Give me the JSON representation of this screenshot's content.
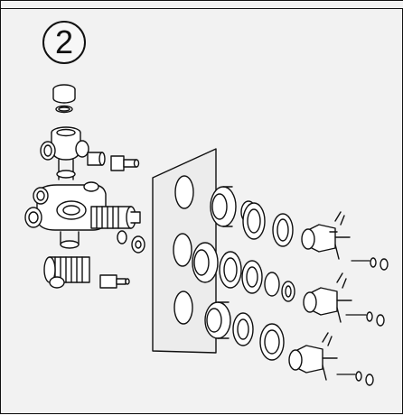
{
  "step_number": "2",
  "colors": {
    "background": "#f2f2f2",
    "line": "#111111",
    "part_fill": "#ffffff",
    "plate_fill": "#ececec"
  },
  "icons": [
    "step-number-circle",
    "thermostatic-valve-body",
    "cover-plate",
    "spacer-ring",
    "cross-handle",
    "screw",
    "cap"
  ]
}
